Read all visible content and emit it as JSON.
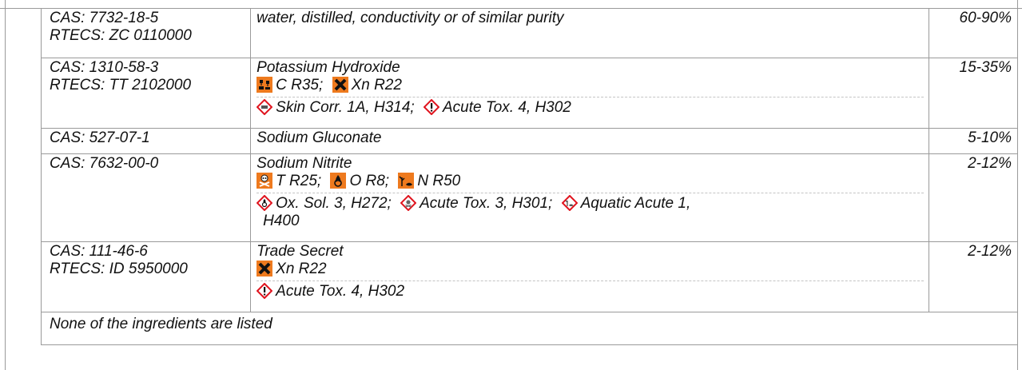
{
  "rows": [
    {
      "ids": [
        "CAS: 7732-18-5",
        "RTECS: ZC 0110000"
      ],
      "name": "water, distilled, conductivity or of similar purity",
      "dsd": [],
      "clp": [],
      "percent": "60-90%"
    },
    {
      "ids": [
        "CAS: 1310-58-3",
        "RTECS: TT 2102000"
      ],
      "name": "Potassium Hydroxide",
      "dsd": [
        {
          "icon": "corrosive-icon",
          "text": "C R35;"
        },
        {
          "icon": "harmful-x-icon",
          "text": "Xn R22"
        }
      ],
      "clp": [
        {
          "icon": "ghs-corrosion-icon",
          "text": "Skin Corr. 1A, H314;"
        },
        {
          "icon": "ghs-exclamation-icon",
          "text": "Acute Tox. 4, H302"
        }
      ],
      "percent": "15-35%"
    },
    {
      "ids": [
        "CAS: 527-07-1"
      ],
      "name": "Sodium Gluconate",
      "dsd": [],
      "clp": [],
      "percent": "5-10%"
    },
    {
      "ids": [
        "CAS: 7632-00-0"
      ],
      "name": "Sodium Nitrite",
      "dsd": [
        {
          "icon": "toxic-skull-icon",
          "text": "T R25;"
        },
        {
          "icon": "oxidizing-flame-icon",
          "text": "O R8;"
        },
        {
          "icon": "environment-tree-icon",
          "text": "N R50"
        }
      ],
      "clp": [
        {
          "icon": "ghs-oxidizer-icon",
          "text": "Ox. Sol. 3, H272;"
        },
        {
          "icon": "ghs-skull-icon",
          "text": "Acute Tox. 3, H301;"
        },
        {
          "icon": "ghs-environment-icon",
          "text": "Aquatic Acute 1,"
        }
      ],
      "clp_wrap": "H400",
      "percent": "2-12%"
    },
    {
      "ids": [
        "CAS: 111-46-6",
        "RTECS: ID 5950000"
      ],
      "name": "Trade Secret",
      "dsd": [
        {
          "icon": "harmful-x-icon",
          "text": "Xn R22"
        }
      ],
      "clp": [
        {
          "icon": "ghs-exclamation-icon",
          "text": "Acute Tox. 4, H302"
        }
      ],
      "percent": "2-12%"
    }
  ],
  "footer": "None of the ingredients are listed",
  "colors": {
    "border": "#9a9a9a",
    "dsd_orange": "#ee7a1e",
    "ghs_red": "#e0141e",
    "text": "#111111"
  }
}
